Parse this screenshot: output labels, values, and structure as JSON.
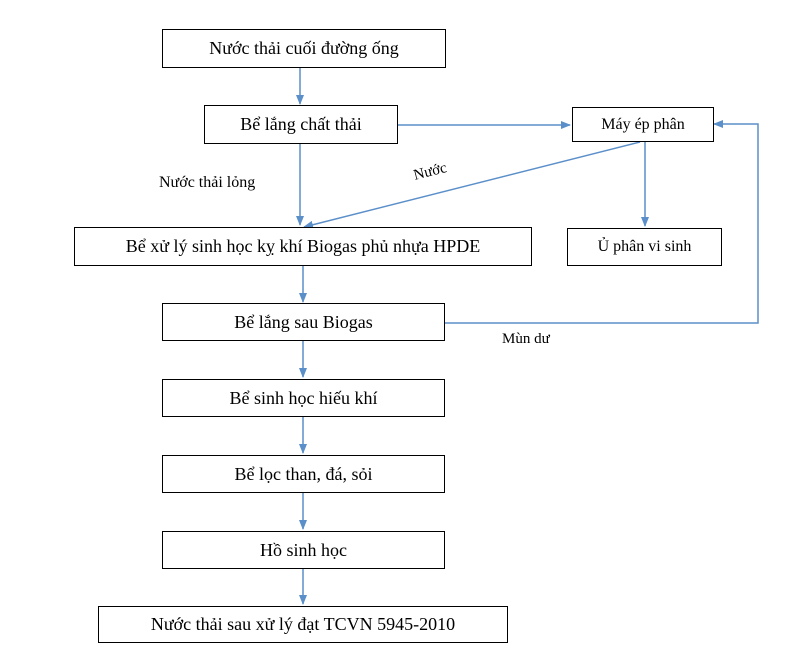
{
  "nodes": {
    "n1": "Nước thải cuối đường ống",
    "n2": "Bể lắng chất thải",
    "n3": "Máy ép phân",
    "n4": "Bể xử lý sinh học kỵ khí Biogas phủ nhựa HPDE",
    "n5": "Ủ phân vi sinh",
    "n6": "Bể lắng sau Biogas",
    "n7": "Bể sinh học hiếu khí",
    "n8": "Bể lọc than, đá, sỏi",
    "n9": "Hồ sinh học",
    "n10": "Nước thải sau xử lý đạt TCVN 5945-2010"
  },
  "labels": {
    "nuoc_thai_long": "Nước thải lỏng",
    "nuoc": "Nước",
    "mun_du": "Mùn dư"
  },
  "colors": {
    "arrow": "#5b8fc9",
    "border": "#000000"
  }
}
